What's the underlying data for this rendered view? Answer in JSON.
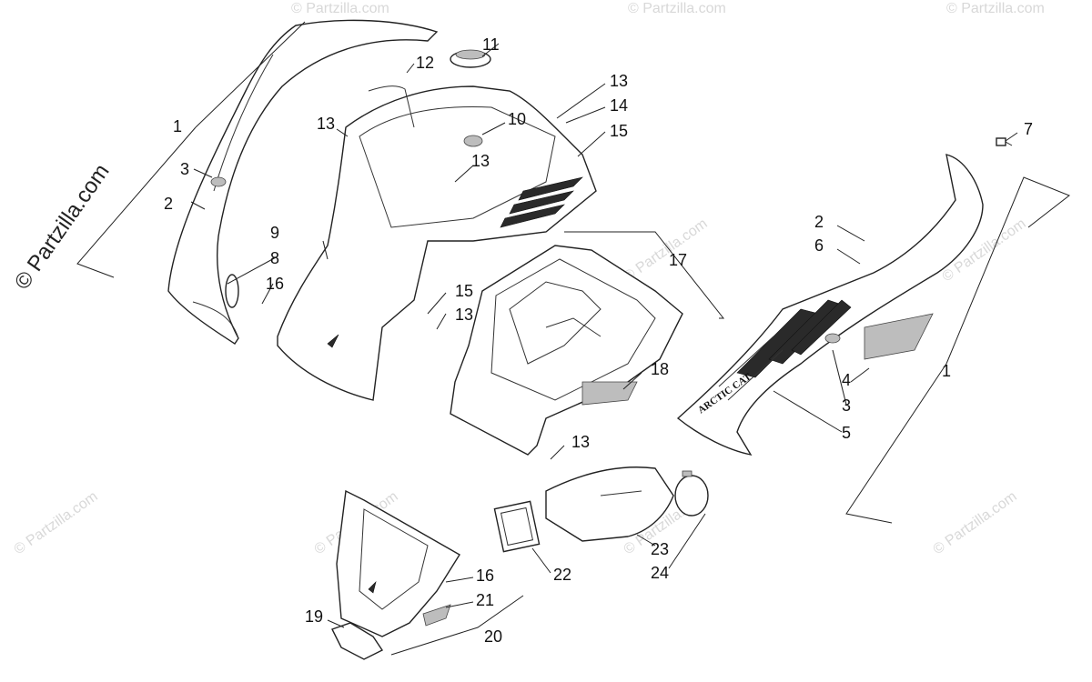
{
  "watermark": "© Partzilla.com",
  "side_watermark": "© Partzilla.com",
  "brand_decal": "ARCTIC CAT",
  "callouts": {
    "c1_left": "1",
    "c2_left": "2",
    "c3_left": "3",
    "c8": "8",
    "c16_left": "16",
    "c9": "9",
    "c10": "10",
    "c11": "11",
    "c12": "12",
    "c13_a": "13",
    "c13_b": "13",
    "c13_c": "13",
    "c13_d": "13",
    "c13_e": "13",
    "c14": "14",
    "c15_a": "15",
    "c15_b": "15",
    "c17": "17",
    "c18": "18",
    "c7": "7",
    "c2_right": "2",
    "c6": "6",
    "c4": "4",
    "c3_right": "3",
    "c5": "5",
    "c1_right": "1",
    "c23": "23",
    "c24": "24",
    "c22": "22",
    "c16_bottom": "16",
    "c21": "21",
    "c19": "19",
    "c20": "20"
  }
}
